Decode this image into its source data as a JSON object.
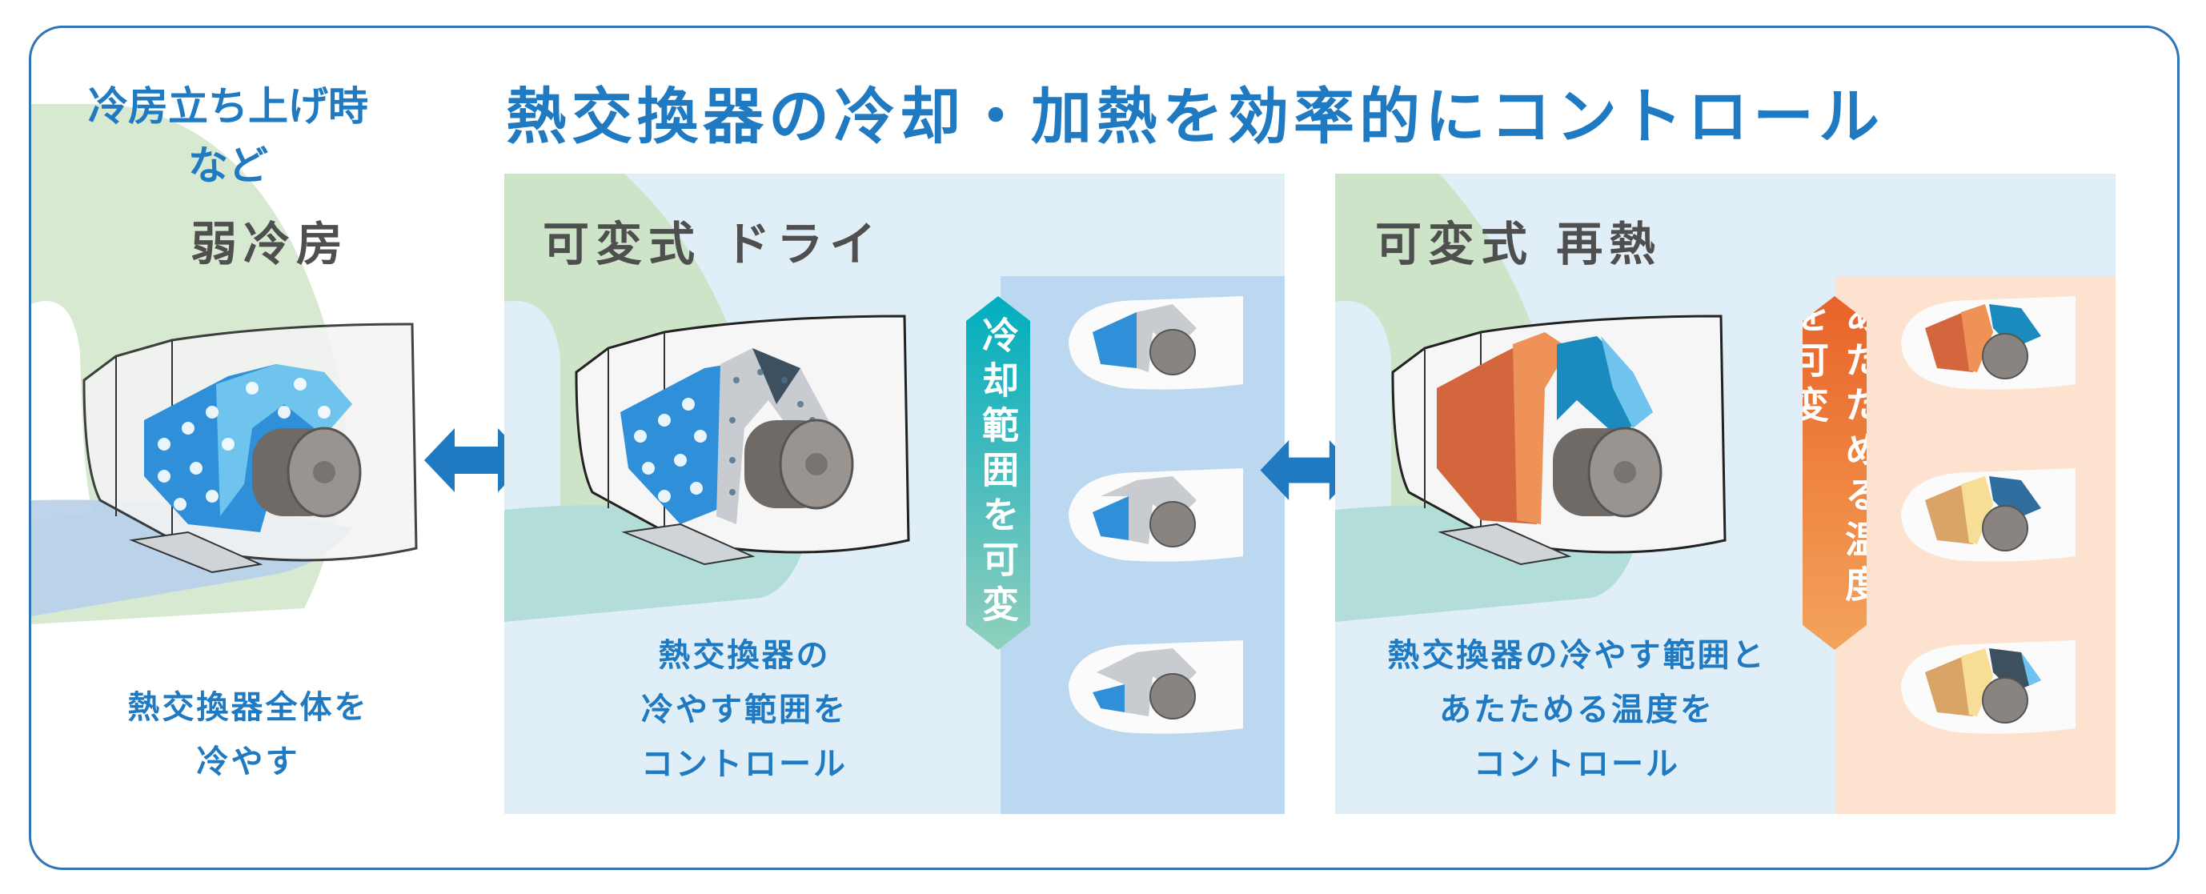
{
  "title": "熱交換器の冷却・加熱を効率的にコントロール",
  "colors": {
    "accent_blue": "#1f7ac2",
    "frame_border": "#2f74b5",
    "panel_bg": "#e0eef7",
    "dry_sub_bg": "#bcd8f0",
    "heat_sub_bg": "#fde3cf",
    "dry_banner": "#00aebf",
    "heat_banner": "#e8632a",
    "heading_gray": "#4f4f4f"
  },
  "modes": [
    {
      "id": "weak-cooling",
      "subtitle_lines": [
        "冷房立ち上げ時",
        "など"
      ],
      "heading": "弱冷房",
      "description_lines": [
        "熱交換器全体を",
        "冷やす"
      ]
    },
    {
      "id": "variable-dry",
      "heading": "可変式 ドライ",
      "banner": "冷却範囲を可変",
      "description_lines": [
        "熱交換器の",
        "冷やす範囲を",
        "コントロール"
      ],
      "variants": 3
    },
    {
      "id": "variable-reheat",
      "heading": "可変式 再熱",
      "banner": "あたためる温度を可変",
      "description_lines": [
        "熱交換器の冷やす範囲と",
        "あたためる温度を",
        "コントロール"
      ],
      "variants": 3
    }
  ],
  "arrows": [
    "double-arrow-icon",
    "double-arrow-icon"
  ]
}
